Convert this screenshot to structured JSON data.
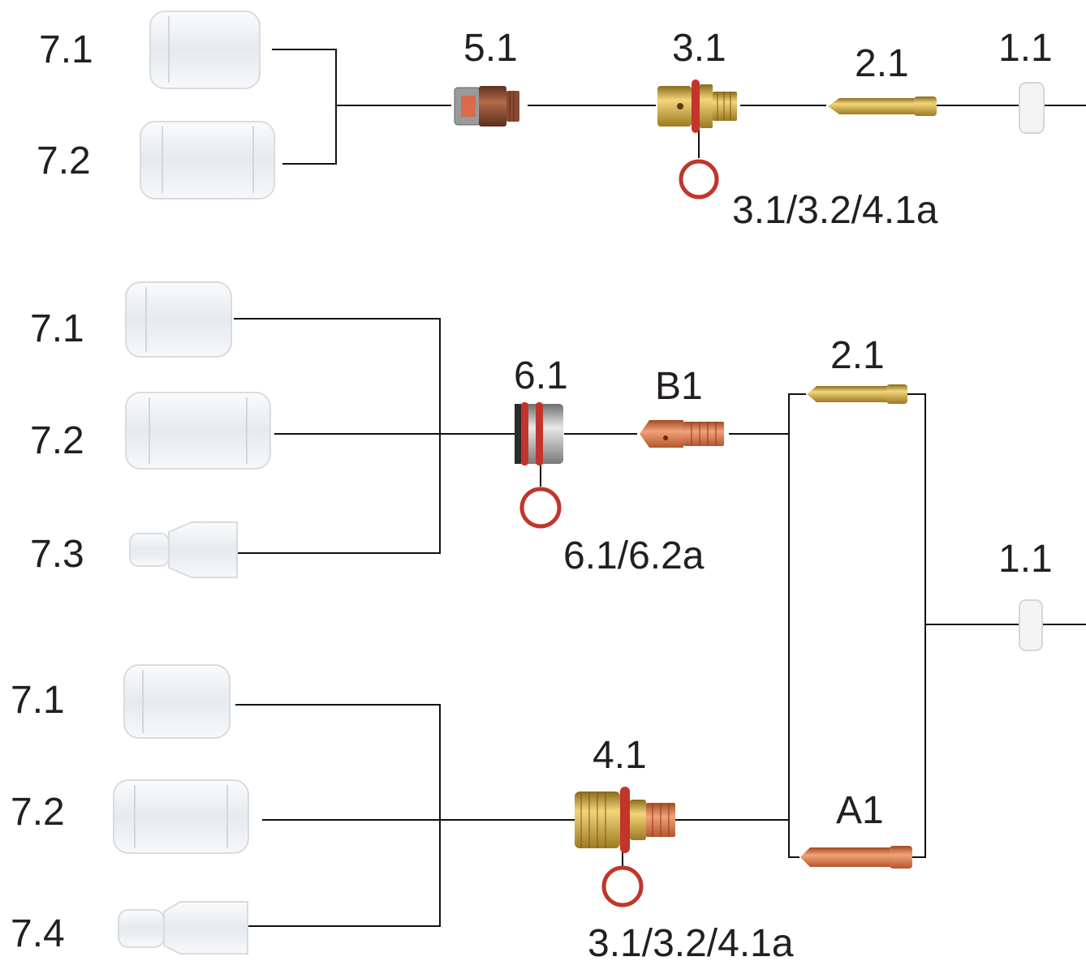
{
  "colors": {
    "line": "#111111",
    "glass": "#eef1f4",
    "brass": "#c9a13a",
    "copper": "#d9784a",
    "oring": "#c1352a",
    "ceramic": "#f4f4f4",
    "label": "#231f20"
  },
  "section1": {
    "cup_a": "7.1",
    "cup_b": "7.2",
    "lens": "5.1",
    "body": "3.1",
    "collet": "2.1",
    "cap": "1.1",
    "oring": "3.1/3.2/4.1a"
  },
  "section2": {
    "cup_a": "7.1",
    "cup_b": "7.2",
    "cup_c": "7.3",
    "insulator": "6.1",
    "body": "B1",
    "collet": "2.1",
    "oring": "6.1/6.2a",
    "cap": "1.1"
  },
  "section3": {
    "cup_a": "7.1",
    "cup_b": "7.2",
    "cup_c": "7.4",
    "body": "4.1",
    "collet": "A1",
    "oring": "3.1/3.2/4.1a"
  }
}
